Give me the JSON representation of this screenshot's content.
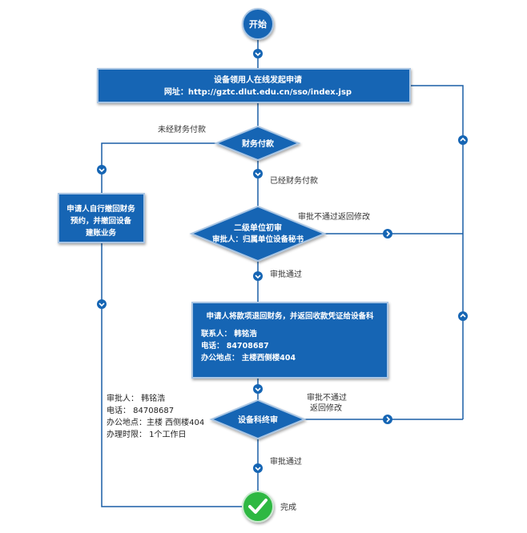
{
  "colors": {
    "node_fill": "#1565b4",
    "node_stroke": "#a9c5e3",
    "line": "#1a5fa6",
    "done_fill": "#2eb842"
  },
  "nodes": {
    "start": "开始",
    "apply_line1": "设备领用人在线发起申请",
    "apply_line2": "网址：http://gztc.dlut.edu.cn/sso/index.jsp",
    "finance": "财务付款",
    "revoke_line1": "申请人自行撤回财务",
    "revoke_line2": "预约，并撤回设备",
    "revoke_line3": "建账业务",
    "first_review_line1": "二级单位初审",
    "first_review_line2": "审批人：归属单位设备秘书",
    "refund_title": "申请人将款项退回财务，并返回收款凭证给设备科",
    "refund_contact": "联系人：  韩铭浩",
    "refund_phone": "电话：  84708687",
    "refund_office": "办公地点：  主楼西侧楼404",
    "final_review": "设备科终审",
    "done": "完成"
  },
  "edge_labels": {
    "not_paid": "未经财务付款",
    "paid": "已经财务付款",
    "reject1": "审批不通过返回修改",
    "pass1": "审批通过",
    "reject2_line1": "审批不通过",
    "reject2_line2": "返回修改",
    "pass2": "审批通过"
  },
  "approver_note": {
    "line1": "审批人：  韩铭浩",
    "line2": "电话：  84708687",
    "line3": "办公地点：主楼 西侧楼404",
    "line4": "办理时限：  1个工作日"
  },
  "icons": {
    "down_arrow": "chevron-down-icon",
    "right_arrow": "chevron-right-icon",
    "up_arrow": "chevron-up-icon",
    "done": "check-icon"
  }
}
